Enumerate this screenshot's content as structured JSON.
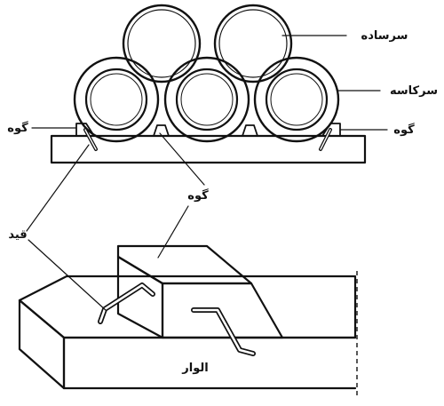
{
  "labels": {
    "sar_sadeh": "سرساده",
    "sar_kaseh": "سرکاسه",
    "goveh_left": "گوه",
    "goveh_right": "گوه",
    "goveh_middle": "گوه",
    "gheid": "قید",
    "avar": "الوار"
  }
}
